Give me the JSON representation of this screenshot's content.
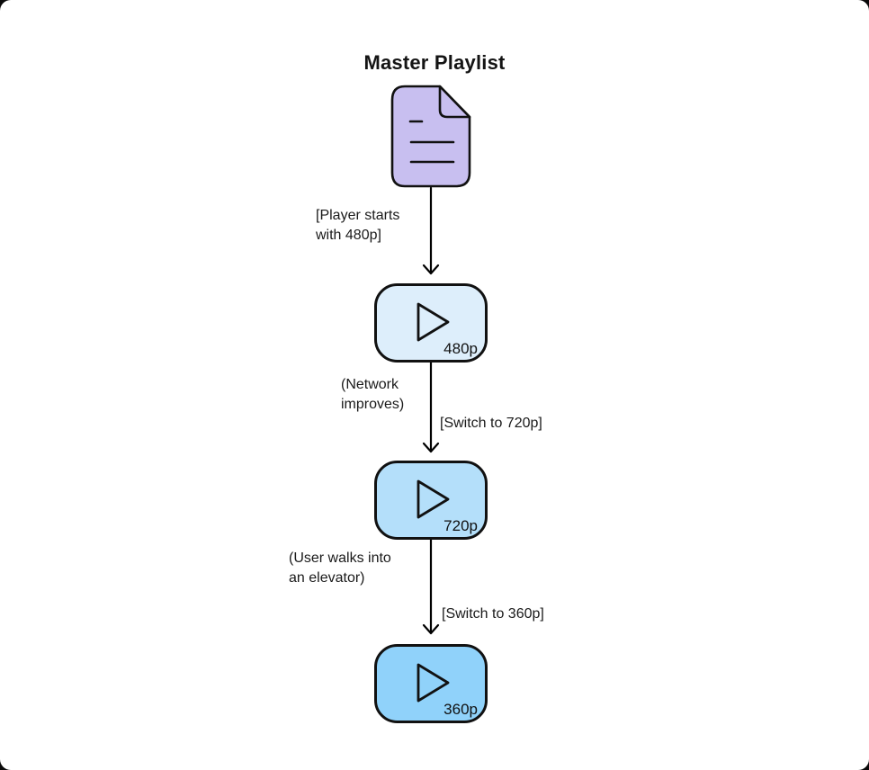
{
  "diagram": {
    "title": "Master Playlist",
    "stroke_color": "#111111",
    "nodes": {
      "master_playlist": {
        "icon": "document-icon",
        "fill": "#c8bff0",
        "title_above": "Master Playlist"
      },
      "p480": {
        "label": "480p",
        "icon": "play-icon",
        "fill": "#ddeefb"
      },
      "p720": {
        "label": "720p",
        "icon": "play-icon",
        "fill": "#b4dffa"
      },
      "p360": {
        "label": "360p",
        "icon": "play-icon",
        "fill": "#90d2fa"
      }
    },
    "edges": [
      {
        "from": "master-playlist",
        "to": "480p",
        "bracket_label": "[Player starts\nwith 480p]"
      },
      {
        "from": "480p",
        "to": "720p",
        "paren_label": "(Network\nimproves)",
        "bracket_label": "[Switch to 720p]"
      },
      {
        "from": "720p",
        "to": "360p",
        "paren_label": "(User walks into\nan elevator)",
        "bracket_label": "[Switch to 360p]"
      }
    ]
  }
}
